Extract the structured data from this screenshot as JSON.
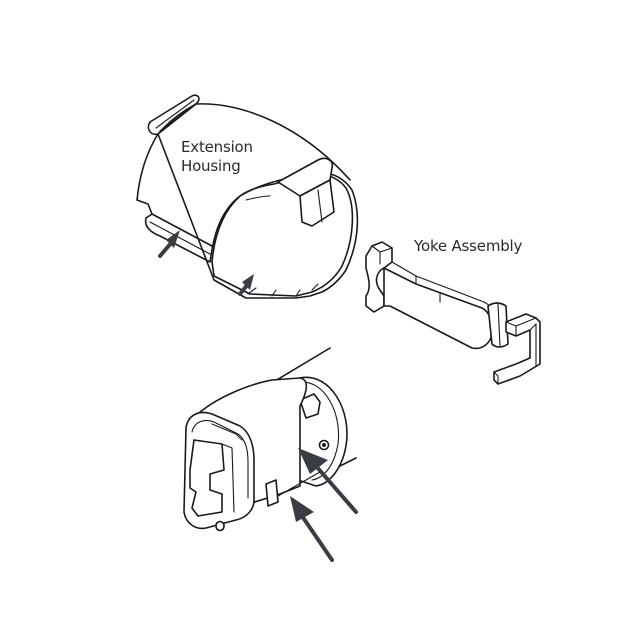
{
  "diagram": {
    "background": "#ffffff",
    "line_color": "#1a1a1a",
    "arrow_color": "#3a3d44",
    "parts": [
      {
        "id": "extension-housing",
        "label_lines": [
          "Extension",
          "Housing"
        ]
      },
      {
        "id": "yoke-assembly",
        "label": "Yoke Assembly"
      },
      {
        "id": "assembled-view",
        "label": ""
      }
    ],
    "labels": {
      "housing_line1": "Extension",
      "housing_line2": "Housing",
      "yoke": "Yoke Assembly"
    },
    "arrows": [
      {
        "part": "extension-housing",
        "position": "left-slot"
      },
      {
        "part": "extension-housing",
        "position": "bottom-slot"
      },
      {
        "part": "assembled-view",
        "position": "upper-right"
      },
      {
        "part": "assembled-view",
        "position": "lower-right"
      }
    ]
  }
}
